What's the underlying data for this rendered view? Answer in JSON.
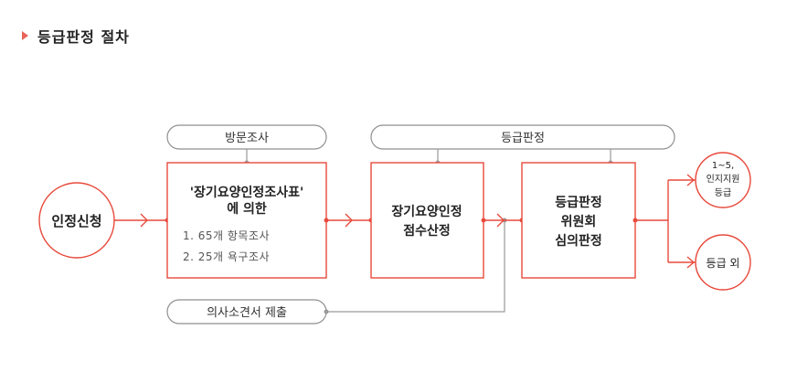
{
  "heading": {
    "title": "등급판정 절차"
  },
  "labels": {
    "visit": "방문조사",
    "judgment": "등급판정",
    "doctor": "의사소견서 제출"
  },
  "nodes": {
    "apply": "인정신청",
    "survey_title_1": "'장기요양인정조사표'",
    "survey_title_2": "에 의한",
    "survey_item_1": "1. 65개 항목조사",
    "survey_item_2": "2. 25개 욕구조사",
    "score_1": "장기요양인정",
    "score_2": "점수산정",
    "committee_1": "등급판정",
    "committee_2": "위원회",
    "committee_3": "심의판정",
    "grade_1": "1~5,",
    "grade_2": "인지지원",
    "grade_3": "등급",
    "outside": "등급 외"
  },
  "colors": {
    "accent": "#e84a3c",
    "connector": "#9a9a9a"
  }
}
